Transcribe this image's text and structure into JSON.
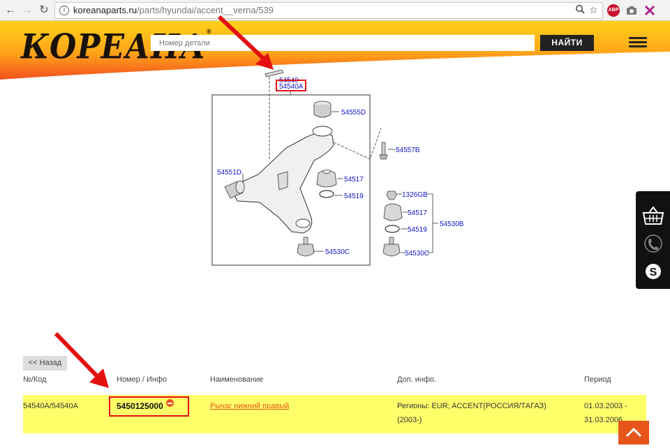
{
  "browser": {
    "back": "←",
    "forward": "→",
    "reload": "↻",
    "url_domain": "koreanaparts.ru",
    "url_path": "/parts/hyundai/accent__verna/539",
    "ext_abp": "ABP"
  },
  "header": {
    "logo": "КОРЕАНА",
    "logo_mark": "®",
    "search_placeholder": "Номер детали",
    "search_button": "НАЙТИ"
  },
  "diagram": {
    "labels": {
      "l54540": "54540",
      "l54540a": "54540A",
      "l54555d": "54555D",
      "l54557b": "54557B",
      "l54551d": "54551D",
      "l54517a": "54517",
      "l54519a": "54519",
      "l1326gb": "1326GB",
      "l54517b": "54517",
      "l54519b": "54519",
      "l54530b": "54530B",
      "l54530c_left": "54530C",
      "l54530c_right": "54530C"
    }
  },
  "table": {
    "back_label": "<< Назад",
    "headers": {
      "code": "№/Код",
      "number": "Номер / Инфо",
      "name": "Наименование",
      "extra": "Доп. инфо.",
      "period": "Период"
    },
    "row": {
      "code": "54540A/54540A",
      "number": "5450125000",
      "name": "Рычаг нижний правый",
      "extra_line1": "Регионы: EUR; ACCENT(РОССИЯ/ТАГАЗ)",
      "extra_line2": "(2003-)",
      "period_line1": "01.03.2003 -",
      "period_line2": "31.03.2006"
    }
  },
  "colors": {
    "accent": "#e8551a",
    "row_highlight": "#ffff6a",
    "callout_red": "#e31010",
    "diagram_blue": "#1010c8"
  }
}
